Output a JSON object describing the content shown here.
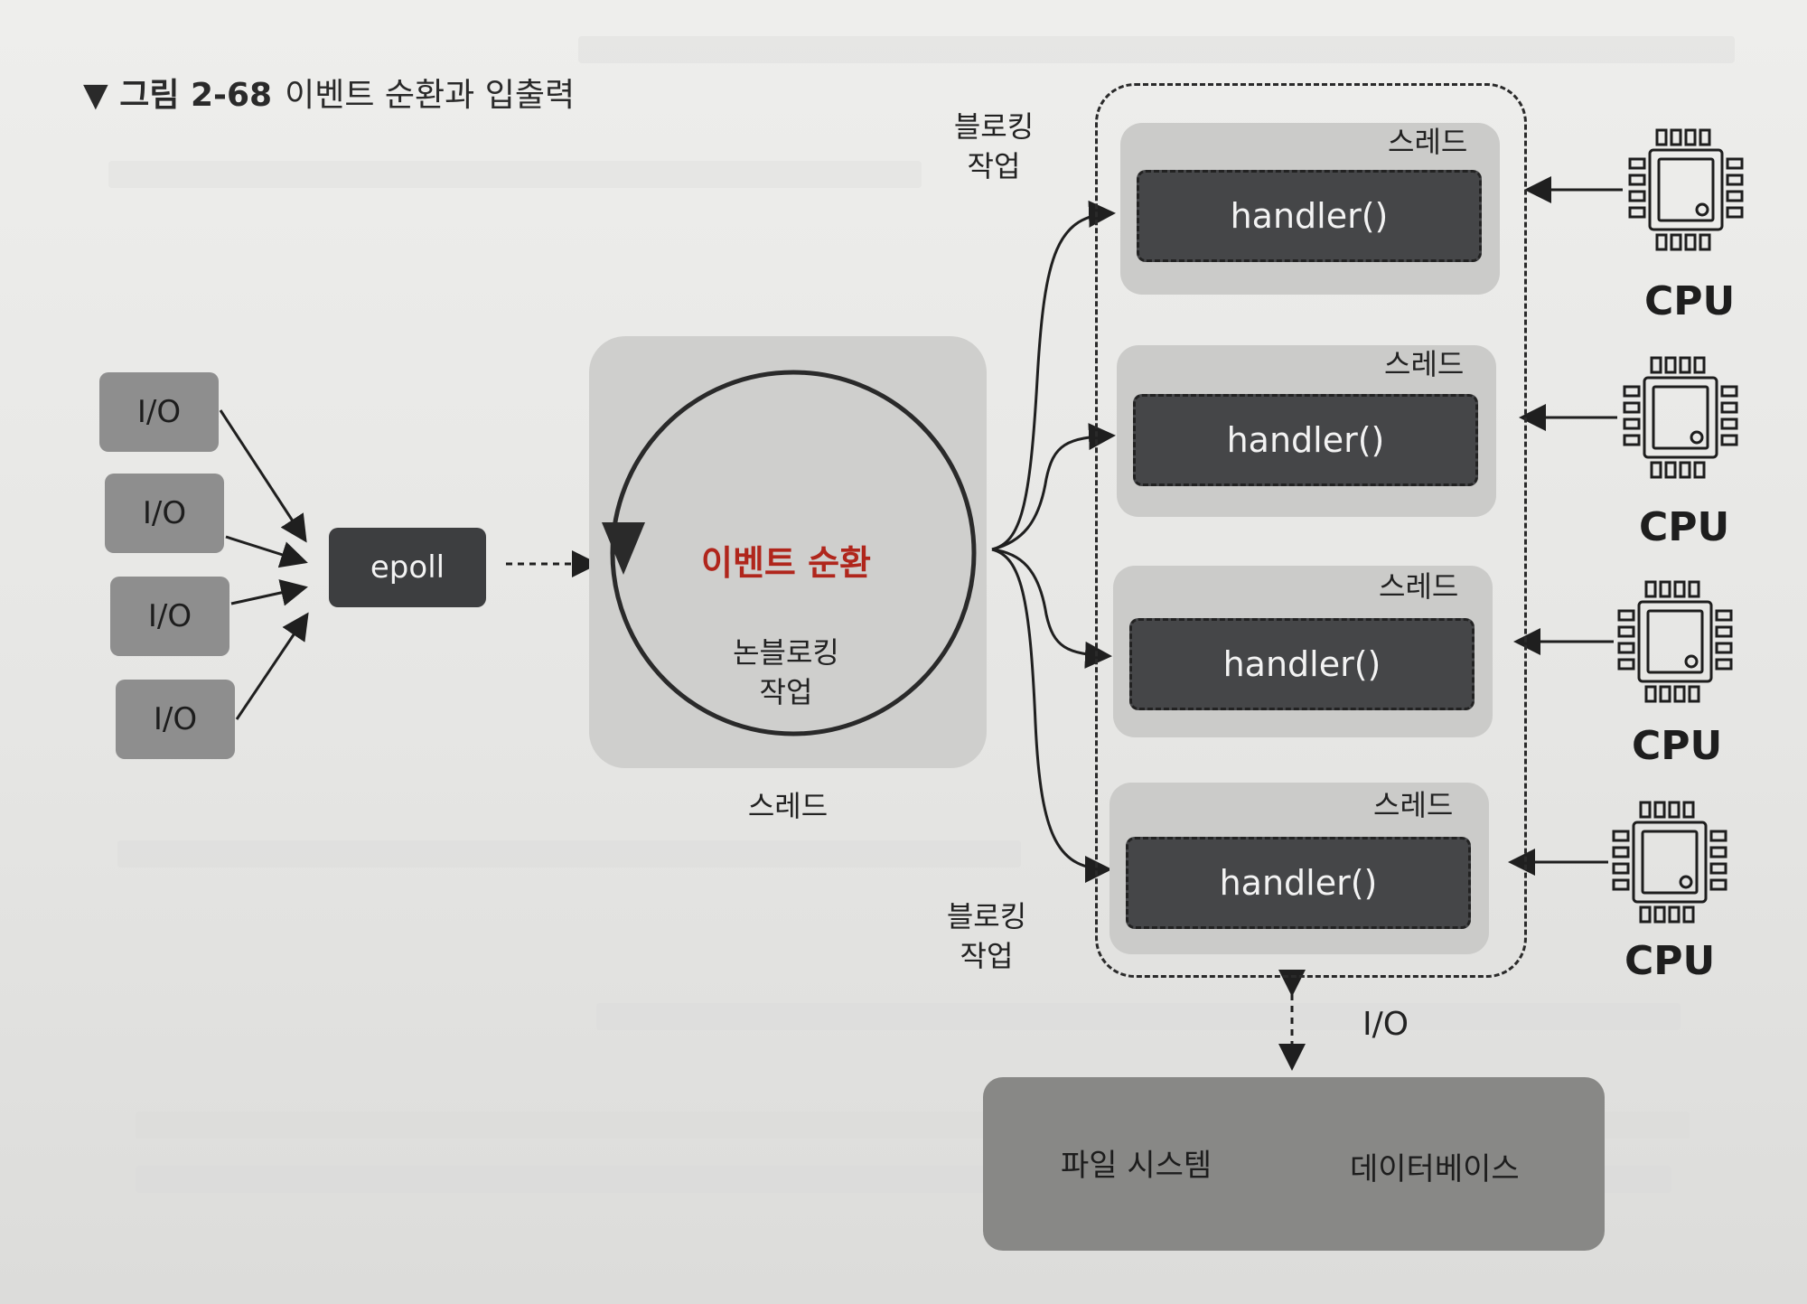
{
  "figure": {
    "number": "▼ 그림 2-68",
    "caption": "이벤트 순환과 입출력"
  },
  "io_sources": [
    "I/O",
    "I/O",
    "I/O",
    "I/O"
  ],
  "epoll": "epoll",
  "event_loop": {
    "title": "이벤트 순환",
    "sub_line1": "논블로킹",
    "sub_line2": "작업",
    "thread_label": "스레드",
    "title_color": "#b0261c"
  },
  "blocking_top": {
    "line1": "블로킹",
    "line2": "작업"
  },
  "blocking_bottom": {
    "line1": "블로킹",
    "line2": "작업"
  },
  "threads": [
    {
      "label": "스레드",
      "handler": "handler()"
    },
    {
      "label": "스레드",
      "handler": "handler()"
    },
    {
      "label": "스레드",
      "handler": "handler()"
    },
    {
      "label": "스레드",
      "handler": "handler()"
    }
  ],
  "cpus": [
    "CPU",
    "CPU",
    "CPU",
    "CPU"
  ],
  "io_bottom": "I/O",
  "storage": {
    "filesystem": "파일 시스템",
    "database": "데이터베이스"
  },
  "icons": [
    "triangle-down-icon",
    "cpu-chip-icon",
    "arrow-icon"
  ]
}
